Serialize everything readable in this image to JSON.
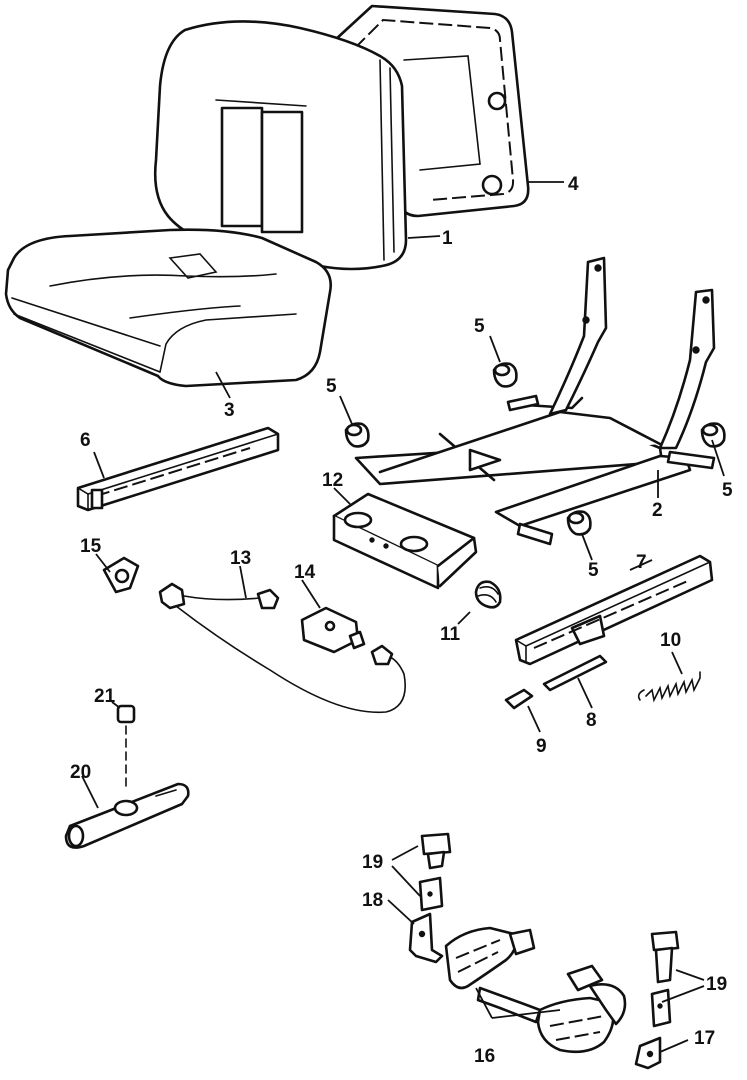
{
  "diagram": {
    "callouts": [
      {
        "id": "c1",
        "text": "1"
      },
      {
        "id": "c2",
        "text": "2"
      },
      {
        "id": "c3",
        "text": "3"
      },
      {
        "id": "c4",
        "text": "4"
      },
      {
        "id": "c5a",
        "text": "5"
      },
      {
        "id": "c5b",
        "text": "5"
      },
      {
        "id": "c5c",
        "text": "5"
      },
      {
        "id": "c5d",
        "text": "5"
      },
      {
        "id": "c6",
        "text": "6"
      },
      {
        "id": "c7",
        "text": "7"
      },
      {
        "id": "c8",
        "text": "8"
      },
      {
        "id": "c9",
        "text": "9"
      },
      {
        "id": "c10",
        "text": "10"
      },
      {
        "id": "c11",
        "text": "11"
      },
      {
        "id": "c12",
        "text": "12"
      },
      {
        "id": "c13",
        "text": "13"
      },
      {
        "id": "c14",
        "text": "14"
      },
      {
        "id": "c15",
        "text": "15"
      },
      {
        "id": "c16",
        "text": "16"
      },
      {
        "id": "c17",
        "text": "17"
      },
      {
        "id": "c18",
        "text": "18"
      },
      {
        "id": "c19a",
        "text": "19"
      },
      {
        "id": "c19b",
        "text": "19"
      },
      {
        "id": "c20",
        "text": "20"
      },
      {
        "id": "c21",
        "text": "21"
      }
    ]
  }
}
